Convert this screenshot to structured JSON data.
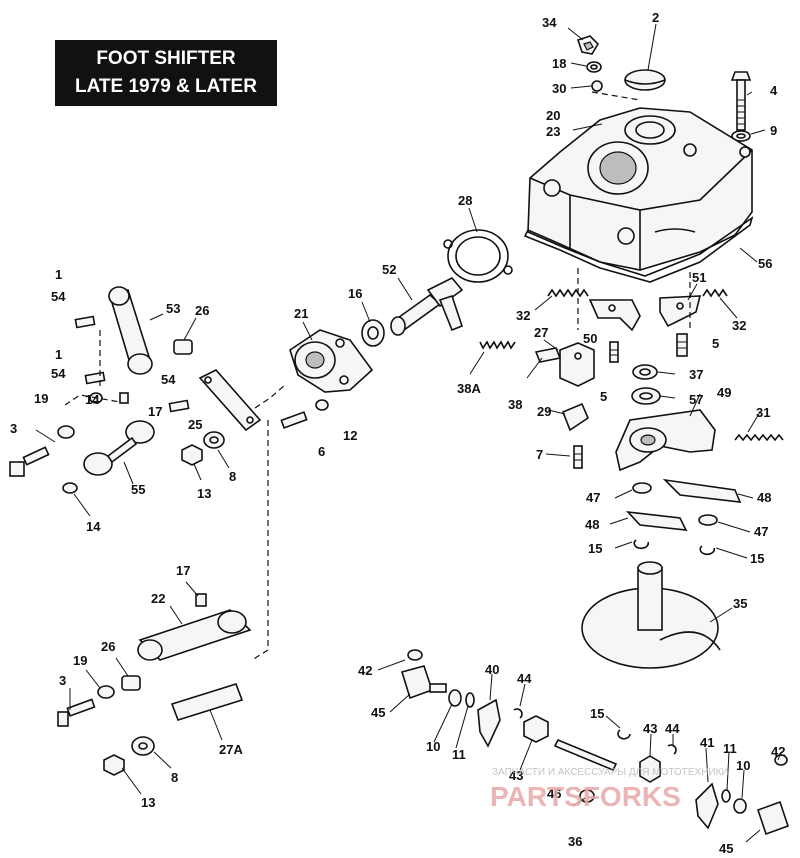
{
  "title": {
    "line1": "FOOT SHIFTER",
    "line2": "LATE 1979 & LATER"
  },
  "labels": {
    "l34": "34",
    "l2": "2",
    "l18": "18",
    "l30": "30",
    "l4": "4",
    "l20": "20",
    "l23": "23",
    "l9": "9",
    "l28": "28",
    "l56": "56",
    "l52": "52",
    "l16": "16",
    "l21": "21",
    "l51": "51",
    "l32a": "32",
    "l32b": "32",
    "l1a": "1",
    "l54a": "54",
    "l53": "53",
    "l26a": "26",
    "l27": "27",
    "l50": "50",
    "l5a": "5",
    "l5b": "5",
    "l38a": "38A",
    "l38": "38",
    "l37": "37",
    "l57": "57",
    "l1b": "1",
    "l54b": "54",
    "l54c": "54",
    "l49": "49",
    "l19a": "19",
    "l14a": "14",
    "l17a": "17",
    "l25": "25",
    "l6": "6",
    "l12": "12",
    "l29": "29",
    "l31": "31",
    "l3a": "3",
    "l7": "7",
    "l13a": "13",
    "l8a": "8",
    "l55": "55",
    "l14b": "14",
    "l47a": "47",
    "l48a": "48",
    "l48b": "48",
    "l47b": "47",
    "l15a": "15",
    "l15b": "15",
    "l17b": "17",
    "l22": "22",
    "l35": "35",
    "l26b": "26",
    "l19b": "19",
    "l3b": "3",
    "l27a": "27A",
    "l8b": "8",
    "l13b": "13",
    "l42a": "42",
    "l40": "40",
    "l44a": "44",
    "l45a": "45",
    "l10a": "10",
    "l11a": "11",
    "l43a": "43",
    "l15c": "15",
    "l43b": "43",
    "l44b": "44",
    "l41": "41",
    "l11b": "11",
    "l10b": "10",
    "l42b": "42",
    "l46": "46",
    "l36": "36",
    "l45b": "45"
  },
  "watermark": {
    "line1": "ЗАПЧАСТИ И АКСЕССУАРЫ ДЛЯ МОТОТЕХНИКИ",
    "line2": "PARTSFORKS"
  }
}
